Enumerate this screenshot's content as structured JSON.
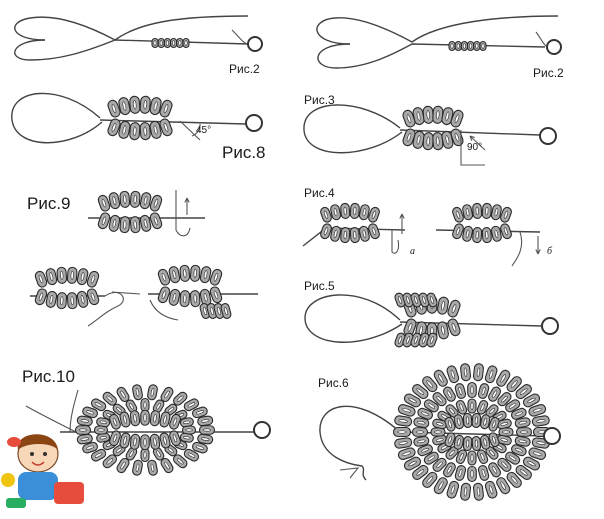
{
  "labels": {
    "ris2_left": "Рис.2",
    "ris2_right": "Рис.2",
    "ris8": "Рис.8",
    "ris3": "Рис.3",
    "ris9": "Рис.9",
    "ris4": "Рис.4",
    "ris5": "Рис.5",
    "ris10": "Рис.10",
    "ris6": "Рис.6",
    "angle45": "45°",
    "angle90": "90°",
    "a": "а",
    "b": "б"
  },
  "colors": {
    "bead_fill": "#a9a9a9",
    "line": "#333333"
  },
  "icons": [
    "wire-loop-icon",
    "bead-icon",
    "arrow-icon",
    "cartoon-mascot-icon"
  ]
}
